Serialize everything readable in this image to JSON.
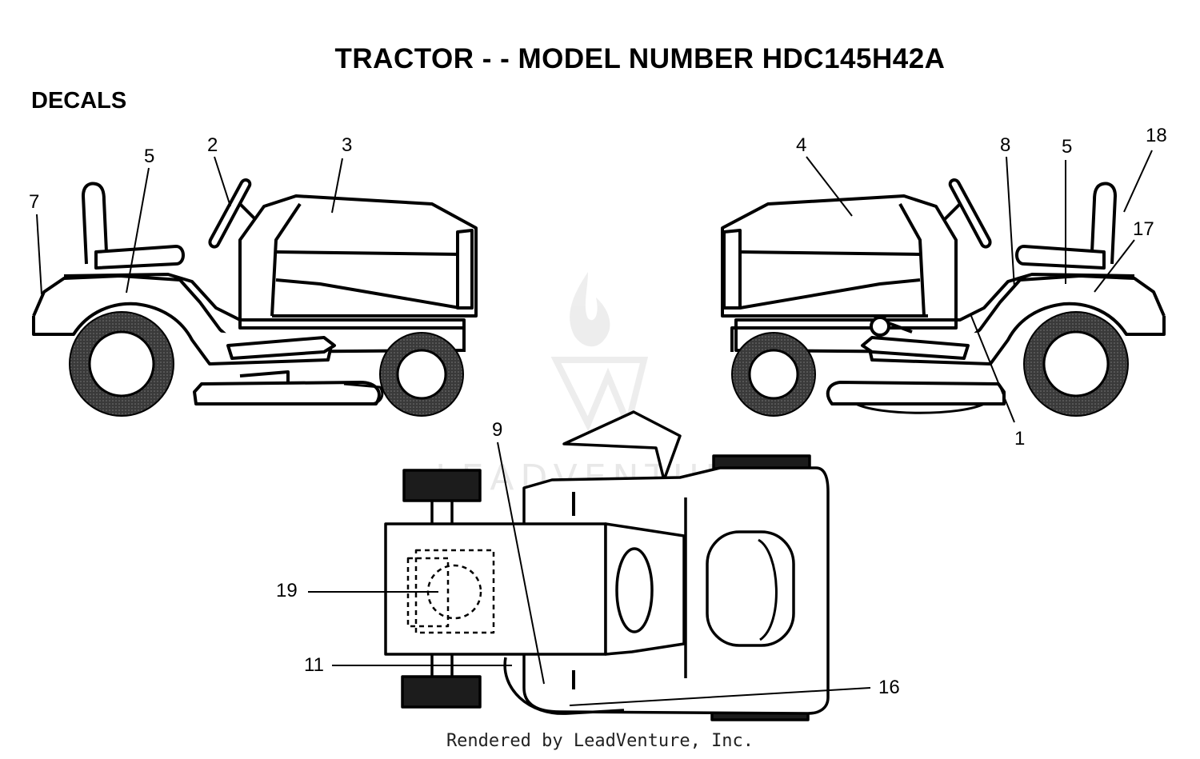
{
  "title": "TRACTOR - - MODEL NUMBER HDC145H42A",
  "section": "DECALS",
  "watermark": "LEADVENTURE",
  "footer": "Rendered by LeadVenture, Inc.",
  "callouts": {
    "c1": "1",
    "c2": "2",
    "c3": "3",
    "c4": "4",
    "c5a": "5",
    "c5b": "5",
    "c7": "7",
    "c8": "8",
    "c9": "9",
    "c11": "11",
    "c16": "16",
    "c17": "17",
    "c18": "18",
    "c19": "19"
  }
}
